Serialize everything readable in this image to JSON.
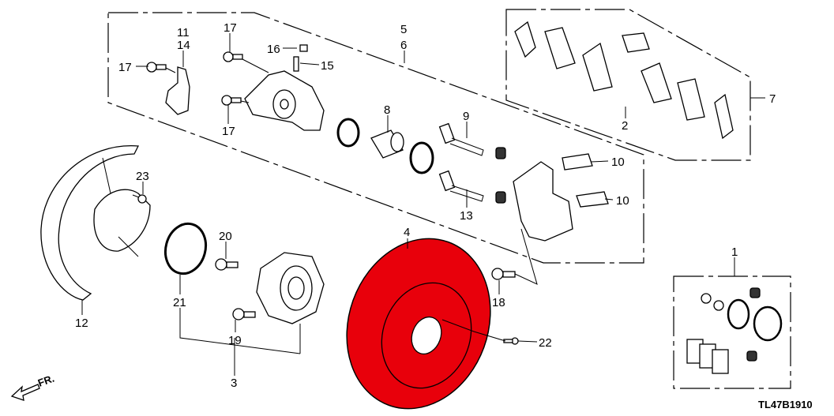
{
  "diagram": {
    "title": "Rear Brake Disc / Caliper",
    "code": "TL47B1910",
    "direction": "FR.",
    "accent_color": "#e8000b",
    "callouts": [
      "11",
      "14",
      "17",
      "17",
      "16",
      "15",
      "17",
      "5",
      "6",
      "8",
      "9",
      "10",
      "10",
      "13",
      "7",
      "2",
      "23",
      "20",
      "21",
      "12",
      "19",
      "3",
      "4",
      "18",
      "22",
      "1"
    ]
  }
}
